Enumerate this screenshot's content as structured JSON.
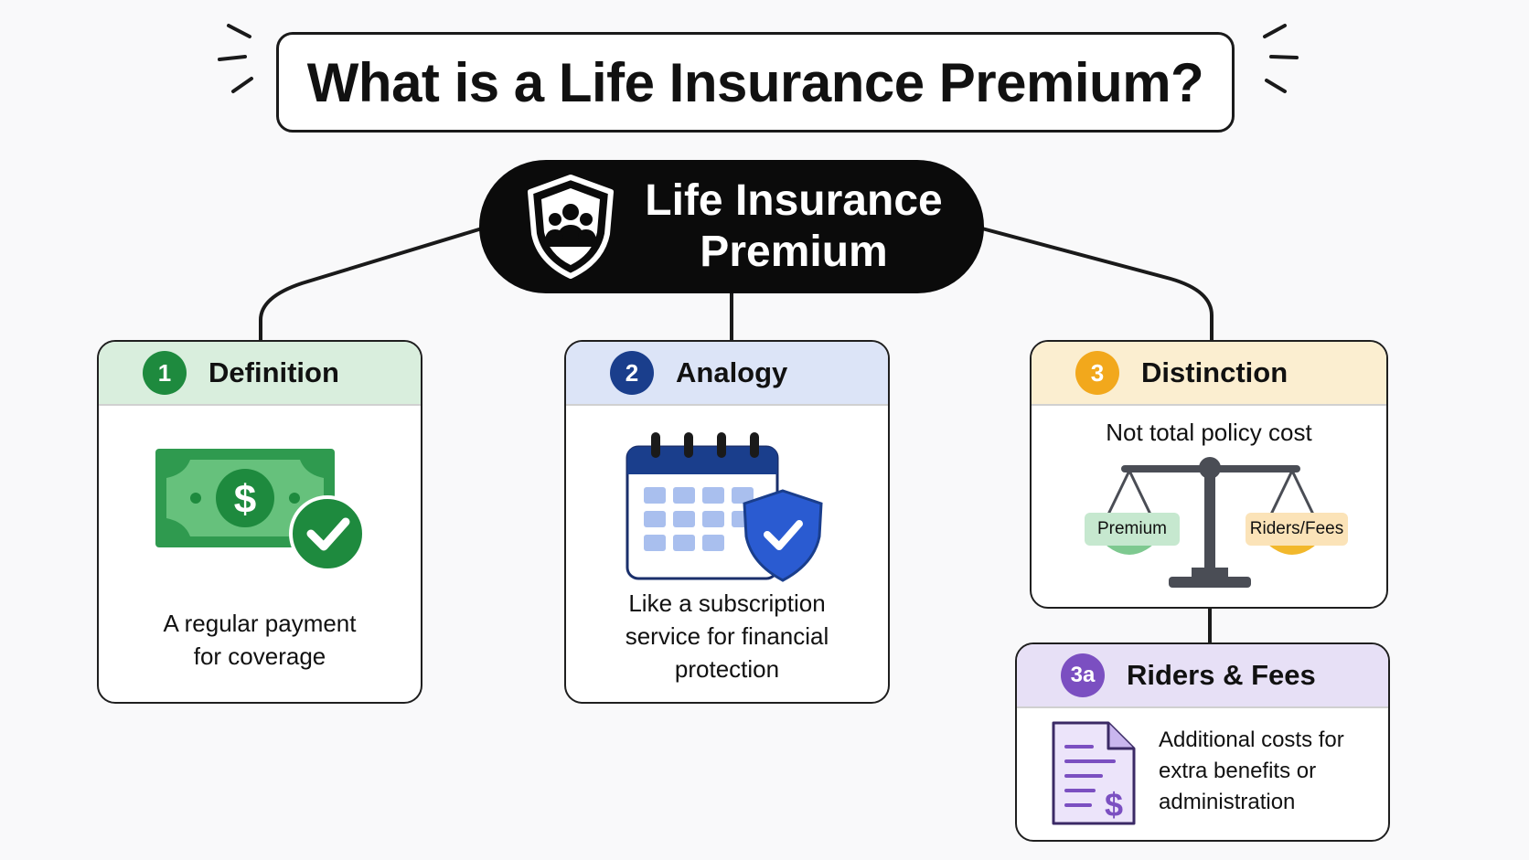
{
  "title": "What is a Life Insurance Premium?",
  "hub": {
    "line1": "Life Insurance",
    "line2": "Premium",
    "icon": "shield-people-icon"
  },
  "cards": [
    {
      "number": "1",
      "title": "Definition",
      "description_line1": "A regular payment",
      "description_line2": "for coverage",
      "header_color": "#d9eedd",
      "badge_color": "#1e8a3e",
      "icon": "money-check-icon"
    },
    {
      "number": "2",
      "title": "Analogy",
      "description_line1": "Like a subscription",
      "description_line2": "service for financial",
      "description_line3": "protection",
      "header_color": "#dce4f7",
      "badge_color": "#1a3e8c",
      "icon": "calendar-shield-icon"
    },
    {
      "number": "3",
      "title": "Distinction",
      "subtitle": "Not total policy cost",
      "scale_left": "Premium",
      "scale_right": "Riders/Fees",
      "header_color": "#fbeed0",
      "badge_color": "#f2a81c",
      "icon": "balance-scale-icon"
    },
    {
      "number": "3a",
      "title": "Riders & Fees",
      "description_line1": "Additional costs for",
      "description_line2": "extra benefits or",
      "description_line3": "administration",
      "header_color": "#e7e0f6",
      "badge_color": "#7b4fc1",
      "icon": "document-dollar-icon"
    }
  ]
}
